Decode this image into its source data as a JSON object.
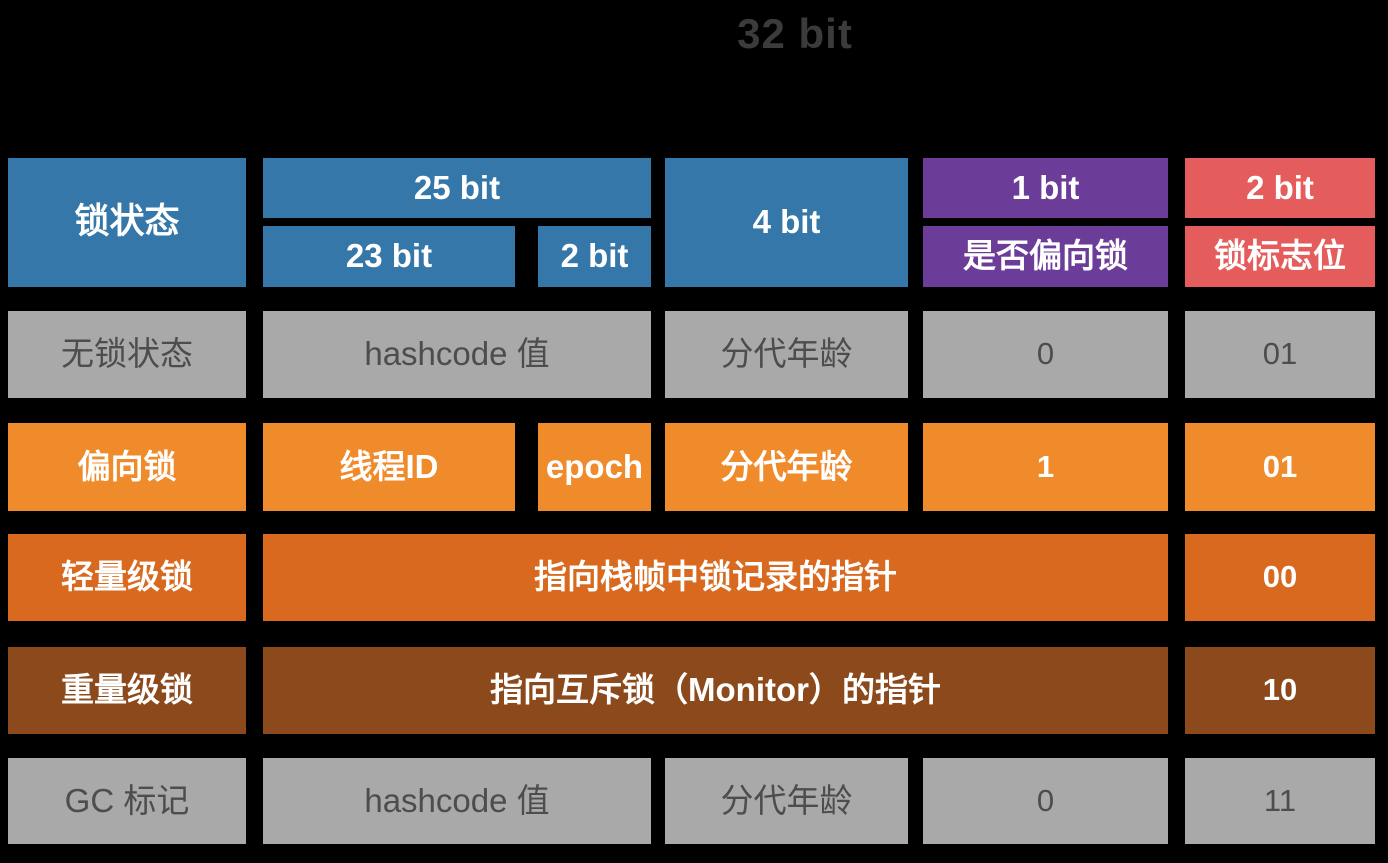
{
  "title": "32 bit",
  "colors": {
    "background": "#000000",
    "blue": "#3577A8",
    "purple": "#6B3C98",
    "red": "#E55C5C",
    "gray": "#A9A9A9",
    "orange": "#F08B2C",
    "dark_orange": "#D8691E",
    "brown": "#8C4A1C",
    "gray_text": "#4D4D4D",
    "title_text": "#3B3B3B",
    "white_text": "#FFFFFF"
  },
  "header": {
    "lock_state": "锁状态",
    "bits25": "25 bit",
    "bits23": "23 bit",
    "bits2_sub": "2 bit",
    "bits4": "4 bit",
    "bits1": "1 bit",
    "biased_label": "是否偏向锁",
    "bits2": "2 bit",
    "flag_label": "锁标志位"
  },
  "rows": [
    {
      "name": "无锁状态",
      "cells": [
        "hashcode 值",
        "分代年龄",
        "0",
        "01"
      ]
    },
    {
      "name": "偏向锁",
      "cells": [
        "线程ID",
        "epoch",
        "分代年龄",
        "1",
        "01"
      ]
    },
    {
      "name": "轻量级锁",
      "cells": [
        "指向栈帧中锁记录的指针",
        "00"
      ]
    },
    {
      "name": "重量级锁",
      "cells": [
        "指向互斥锁（Monitor）的指针",
        "10"
      ]
    },
    {
      "name": "GC 标记",
      "cells": [
        "hashcode 值",
        "分代年龄",
        "0",
        "11"
      ]
    }
  ]
}
